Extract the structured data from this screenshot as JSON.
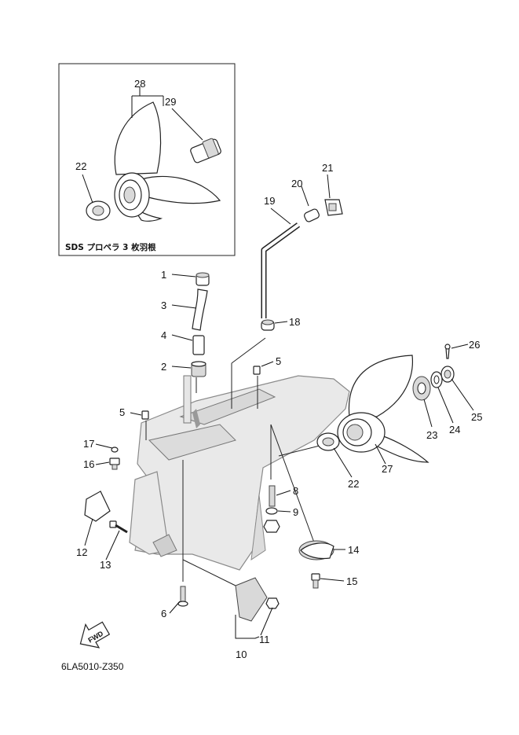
{
  "inset": {
    "caption": "SDS プロペラ 3 枚羽根",
    "labels": {
      "p28": "28",
      "p29": "29",
      "p22": "22"
    }
  },
  "labels": {
    "p1": "1",
    "p2": "2",
    "p3": "3",
    "p4": "4",
    "p5a": "5",
    "p5b": "5",
    "p6": "6",
    "p8": "8",
    "p9": "9",
    "p10": "10",
    "p11": "11",
    "p12": "12",
    "p13": "13",
    "p14": "14",
    "p15": "15",
    "p16": "16",
    "p17": "17",
    "p18": "18",
    "p19": "19",
    "p20": "20",
    "p21": "21",
    "p22": "22",
    "p23": "23",
    "p24": "24",
    "p25": "25",
    "p26": "26",
    "p27": "27"
  },
  "fwd_label": "FWD",
  "diagram_code": "6LA5010-Z350"
}
